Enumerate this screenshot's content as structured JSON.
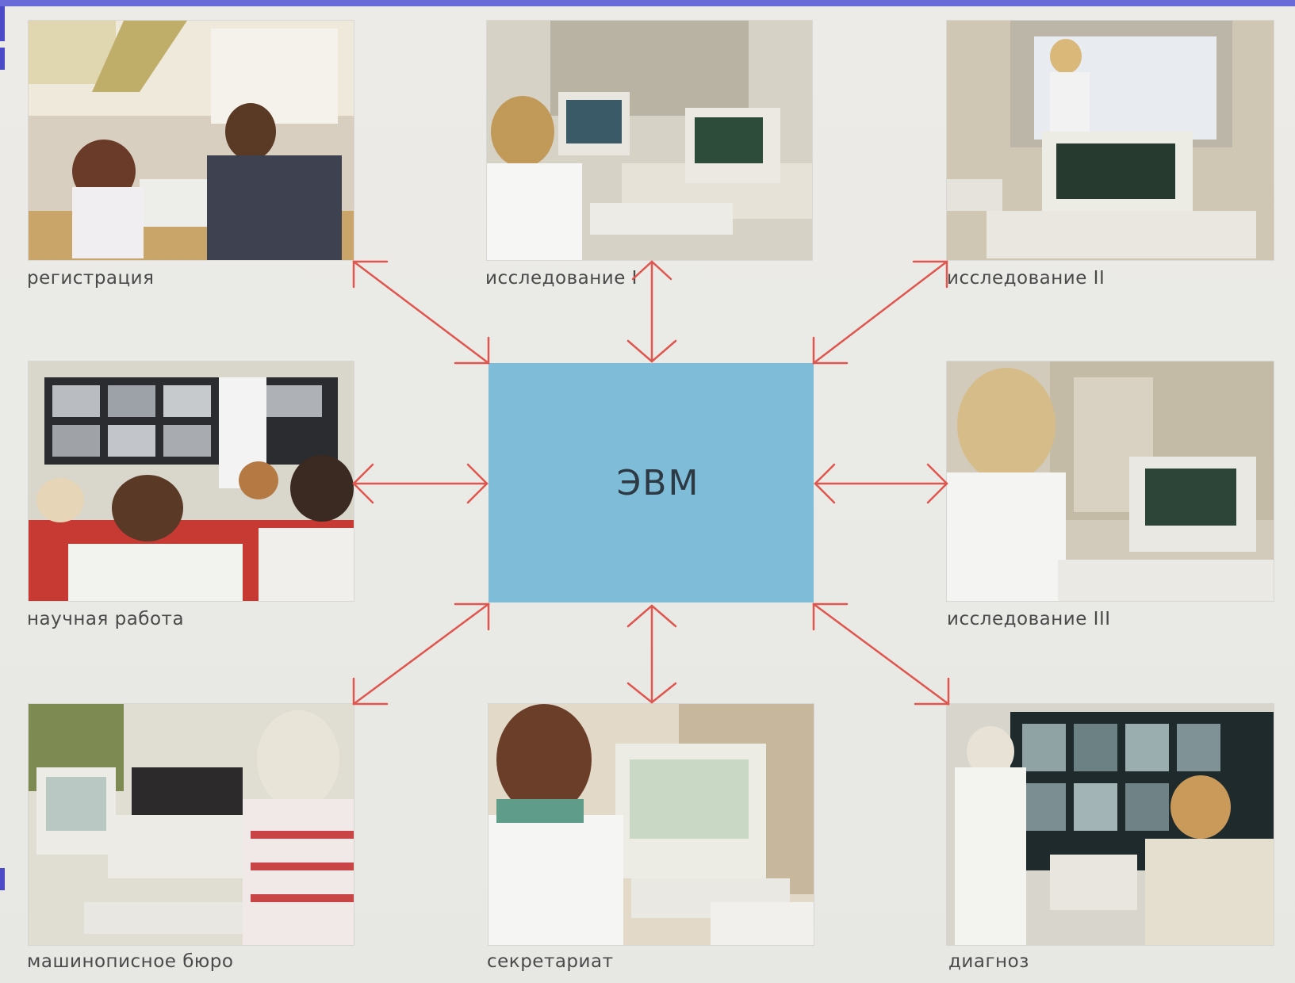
{
  "center": {
    "label": "ЭВМ"
  },
  "nodes": [
    {
      "id": "registration",
      "caption": "регистрация"
    },
    {
      "id": "research-1",
      "caption": "исследование I"
    },
    {
      "id": "research-2",
      "caption": "исследование II"
    },
    {
      "id": "science",
      "caption": "научная работа"
    },
    {
      "id": "research-3",
      "caption": "исследование III"
    },
    {
      "id": "typing",
      "caption": "машинописное бюро"
    },
    {
      "id": "secretariat",
      "caption": "секретариат"
    },
    {
      "id": "diagnosis",
      "caption": "диагноз"
    }
  ],
  "colors": {
    "center_fill": "#7fbcd8",
    "arrow": "#e0564e",
    "caption_text": "#4a4a4a",
    "accent_bar": "#6a6ad8"
  }
}
